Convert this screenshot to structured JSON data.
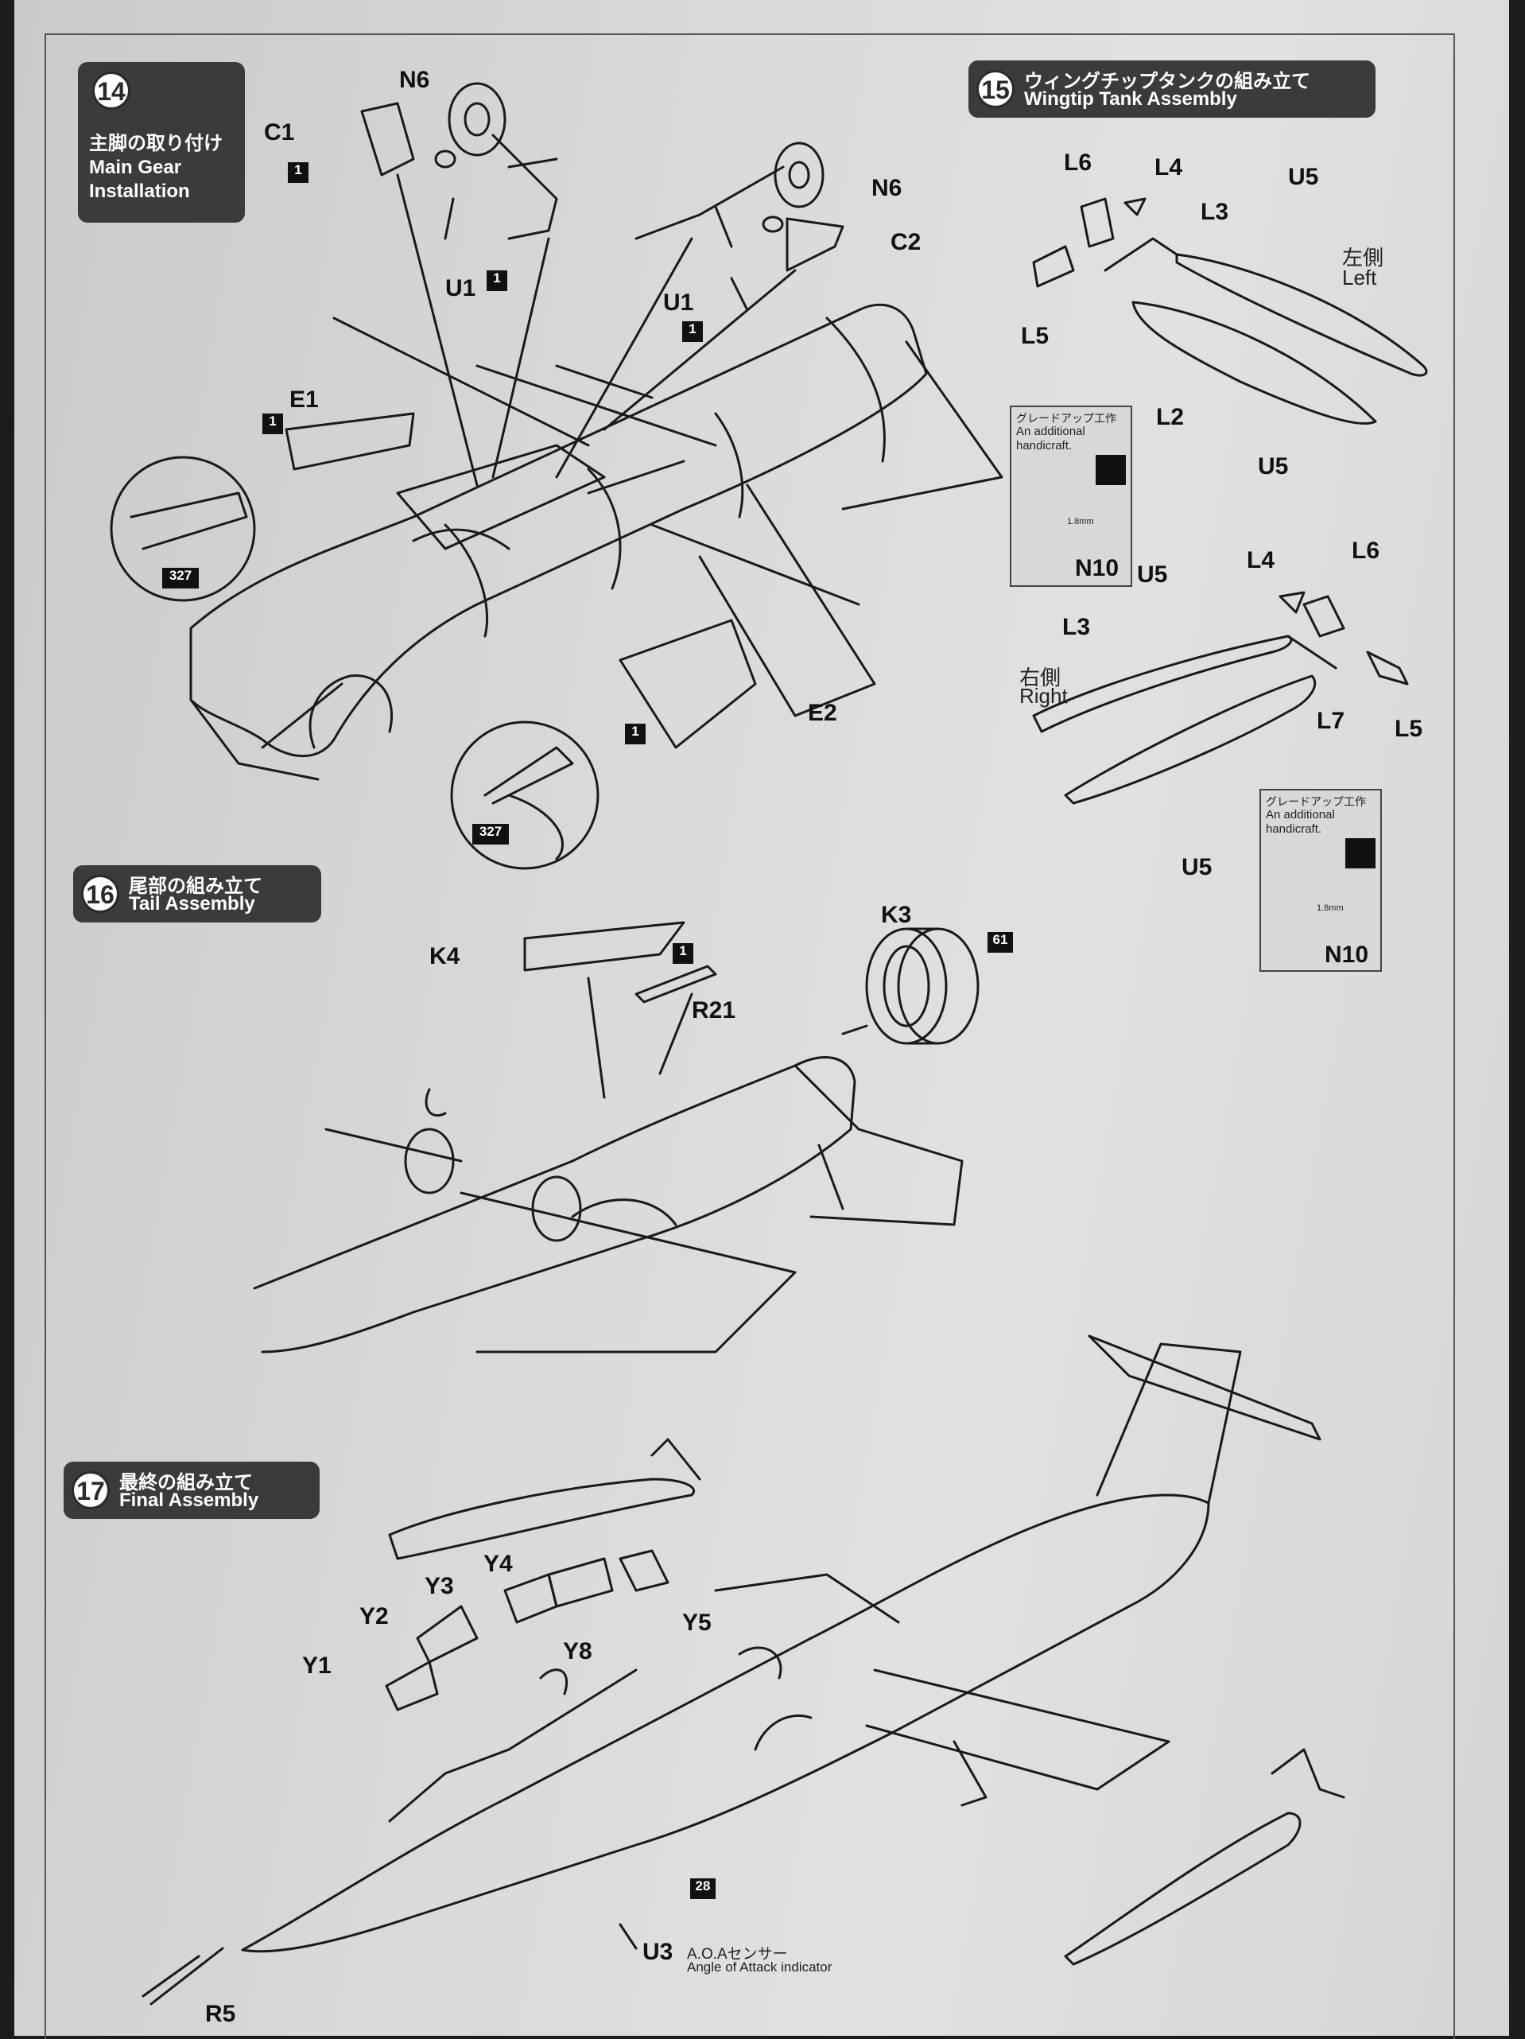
{
  "steps": {
    "s14": {
      "num": "14",
      "ja": "主脚の取り付け",
      "en1": "Main Gear",
      "en2": "Installation"
    },
    "s15": {
      "num": "15",
      "ja": "ウィングチップタンクの組み立て",
      "en": "Wingtip Tank Assembly"
    },
    "s16": {
      "num": "16",
      "ja": "尾部の組み立て",
      "en": "Tail Assembly"
    },
    "s17": {
      "num": "17",
      "ja": "最終の組み立て",
      "en": "Final Assembly"
    }
  },
  "parts14": {
    "c1": "C1",
    "n6a": "N6",
    "u1a": "U1",
    "n6b": "N6",
    "c2": "C2",
    "u1b": "U1",
    "e1": "E1",
    "e2": "E2"
  },
  "parts15": {
    "l6a": "L6",
    "l4a": "L4",
    "l3a": "L3",
    "u5a": "U5",
    "l5a": "L5",
    "l2": "L2",
    "u5b": "U5",
    "left_ja": "左側",
    "left_en": "Left",
    "u5c": "U5",
    "l4b": "L4",
    "l6b": "L6",
    "l3b": "L3",
    "l7": "L7",
    "l5b": "L5",
    "u5d": "U5",
    "right_ja": "右側",
    "right_en": "Right"
  },
  "note": {
    "ja": "グレードアップ工作",
    "en1": "An additional",
    "en2": "handicraft.",
    "size": "1.8mm",
    "part": "N10"
  },
  "parts16": {
    "k4": "K4",
    "r21": "R21",
    "k3": "K3"
  },
  "parts17": {
    "y1": "Y1",
    "y2": "Y2",
    "y3": "Y3",
    "y4": "Y4",
    "y5": "Y5",
    "y8": "Y8",
    "u3": "U3",
    "r5": "R5",
    "aoa_ja": "A.O.Aセンサー",
    "aoa_en": "Angle of Attack indicator"
  },
  "colors": {
    "1": "1",
    "327": "327",
    "61": "61",
    "28": "28"
  }
}
